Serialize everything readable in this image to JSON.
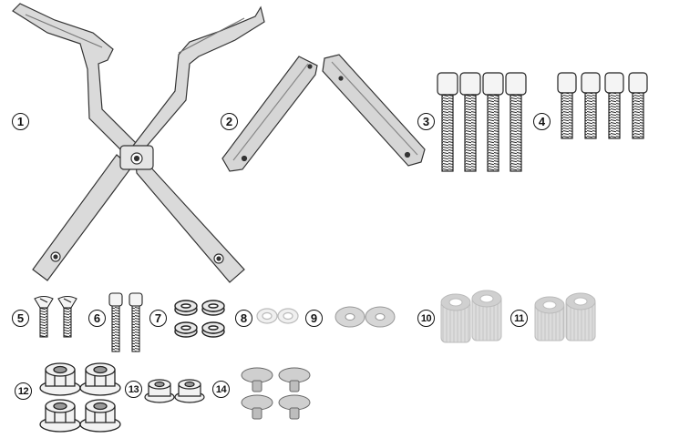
{
  "parts": [
    {
      "number": "1",
      "icon": "x-bracket-icon"
    },
    {
      "number": "2",
      "icon": "angled-arms-icon"
    },
    {
      "number": "3",
      "icon": "long-bolt-icon"
    },
    {
      "number": "4",
      "icon": "short-bolt-icon"
    },
    {
      "number": "5",
      "icon": "countersunk-screw-icon"
    },
    {
      "number": "6",
      "icon": "allen-bolt-icon"
    },
    {
      "number": "7",
      "icon": "spring-washer-icon"
    },
    {
      "number": "8",
      "icon": "small-washer-icon"
    },
    {
      "number": "9",
      "icon": "flat-washer-icon"
    },
    {
      "number": "10",
      "icon": "tall-spacer-icon"
    },
    {
      "number": "11",
      "icon": "short-spacer-icon"
    },
    {
      "number": "12",
      "icon": "large-flange-nut-icon"
    },
    {
      "number": "13",
      "icon": "small-flange-nut-icon"
    },
    {
      "number": "14",
      "icon": "rubber-bumper-icon"
    }
  ]
}
